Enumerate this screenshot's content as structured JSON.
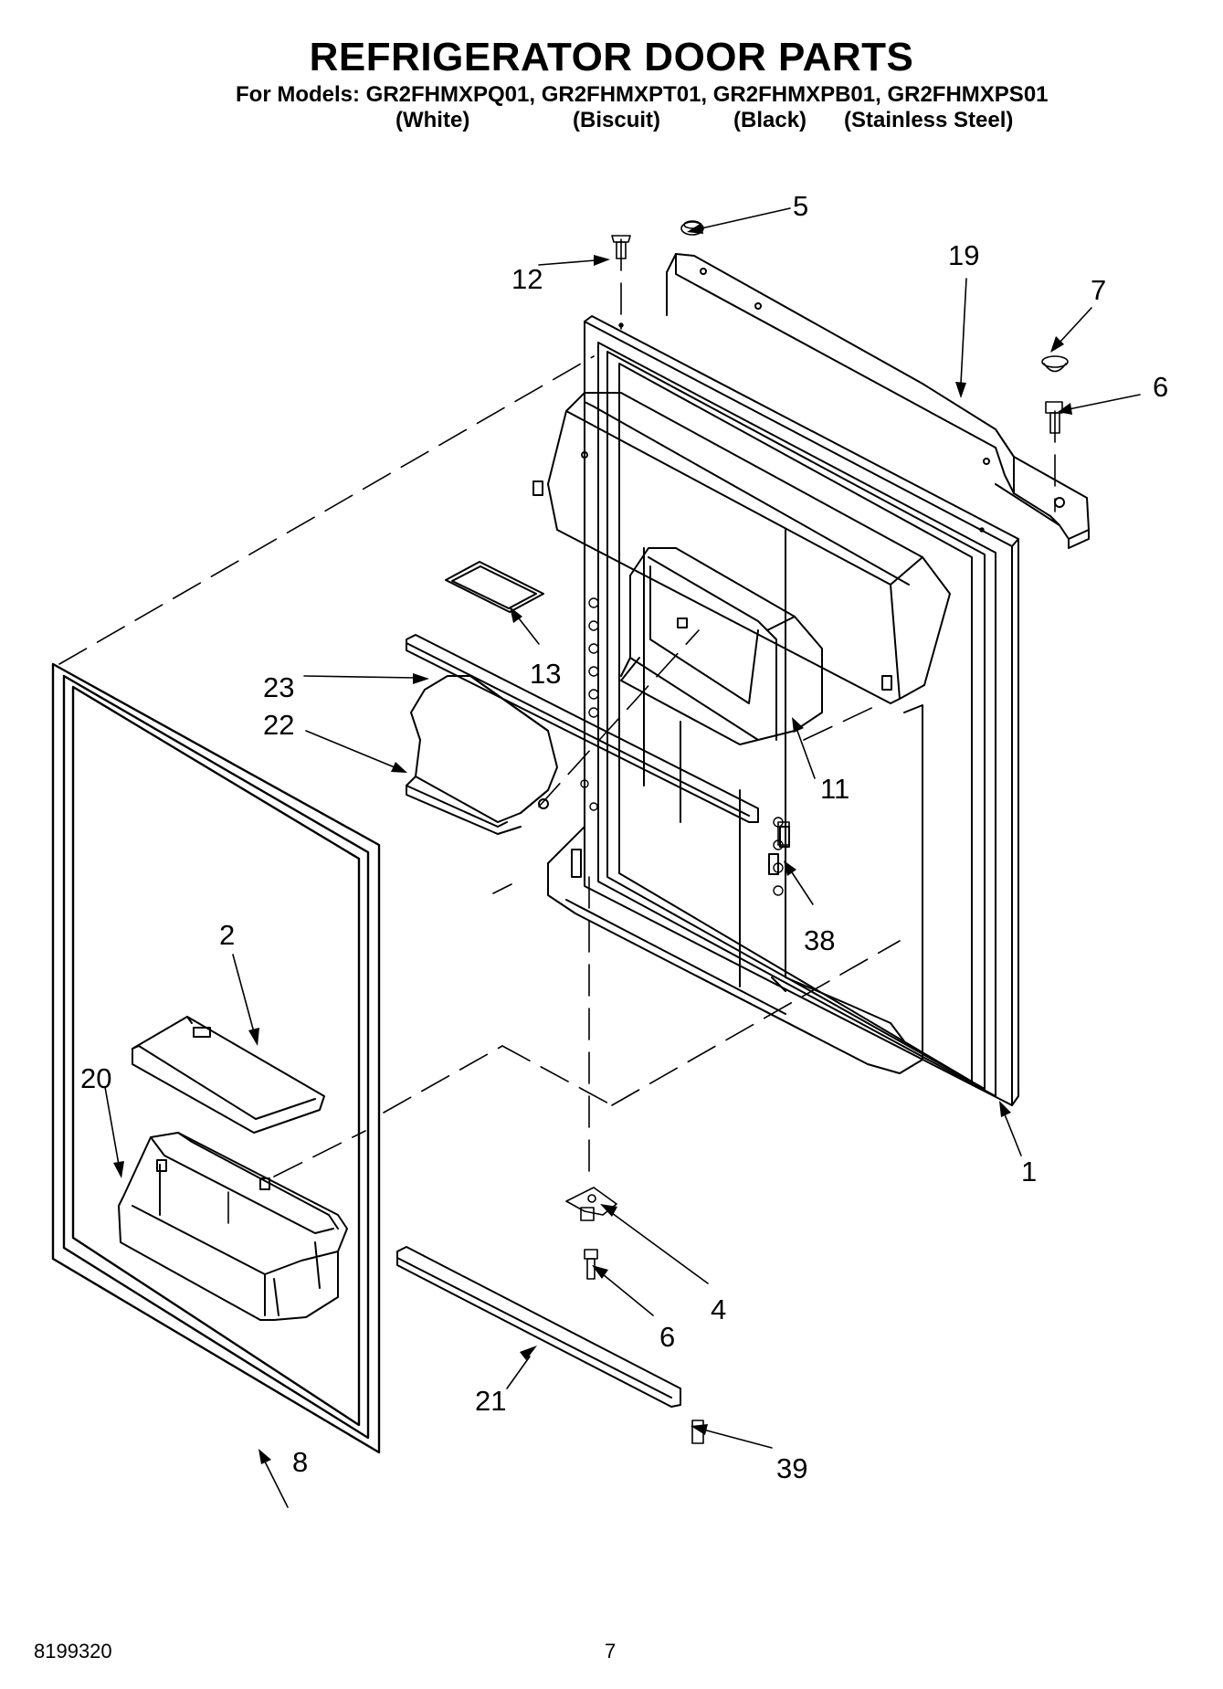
{
  "title": "REFRIGERATOR DOOR PARTS",
  "models_line": "For Models: GR2FHMXPQ01, GR2FHMXPT01, GR2FHMXPB01, GR2FHMXPS01",
  "variants": [
    "(White)",
    "(Biscuit)",
    "(Black)",
    "(Stainless Steel)"
  ],
  "callouts": {
    "p1": "1",
    "p2": "2",
    "p4": "4",
    "p5": "5",
    "p6a": "6",
    "p6b": "6",
    "p7": "7",
    "p8": "8",
    "p11": "11",
    "p12": "12",
    "p13": "13",
    "p19": "19",
    "p20": "20",
    "p21": "21",
    "p22": "22",
    "p23": "23",
    "p38": "38",
    "p39": "39"
  },
  "footer": {
    "doc_number": "8199320",
    "page_number": "7"
  }
}
